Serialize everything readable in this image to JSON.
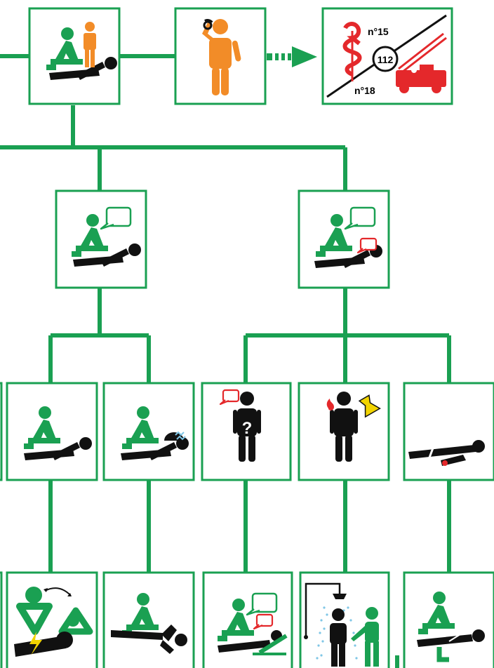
{
  "colors": {
    "line": "#1aa052",
    "rescuer": "#1aa052",
    "victim": "#111111",
    "bystander": "#f28c28",
    "alert": "#e4282b",
    "hazard": "#f2d400",
    "water": "#7fc6e6"
  },
  "emergency_numbers": {
    "samu": "n°15",
    "europe": "112",
    "pompiers": "n°18"
  },
  "question_mark": "?",
  "boxes": [
    {
      "id": "protect-alert",
      "icon": "rescuer-kneeling-with-bystander-icon"
    },
    {
      "id": "call-for-help",
      "icon": "person-phoning-icon"
    },
    {
      "id": "emergency-services",
      "icon": "emergency-services-icon"
    },
    {
      "id": "unresponsive",
      "icon": "rescuer-speaking-to-victim-no-answer-icon"
    },
    {
      "id": "responsive",
      "icon": "rescuer-speaking-victim-answers-icon"
    },
    {
      "id": "not-breathing",
      "icon": "victim-not-breathing-icon"
    },
    {
      "id": "breathing",
      "icon": "victim-breathing-icon"
    },
    {
      "id": "discomfort",
      "icon": "person-feeling-unwell-icon"
    },
    {
      "id": "burn-chemical",
      "icon": "person-burn-chemical-icon"
    },
    {
      "id": "trauma",
      "icon": "victim-trauma-icon"
    },
    {
      "id": "cpr-defibrillation",
      "icon": "cpr-defibrillator-icon"
    },
    {
      "id": "recovery-position",
      "icon": "recovery-position-icon"
    },
    {
      "id": "reassure-talk",
      "icon": "rescuer-reassures-victim-icon"
    },
    {
      "id": "rinse-water",
      "icon": "shower-rinse-icon"
    },
    {
      "id": "do-not-move",
      "icon": "immobilize-victim-icon"
    }
  ]
}
